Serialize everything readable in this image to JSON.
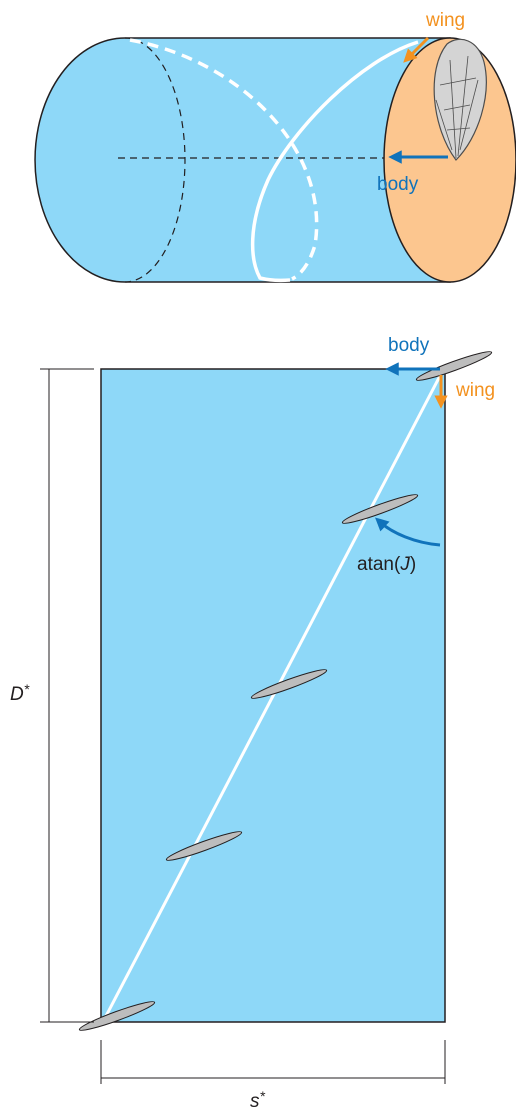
{
  "cylinder_view": {
    "labels": {
      "wing": "wing",
      "body": "body"
    }
  },
  "unrolled_view": {
    "labels": {
      "body": "body",
      "wing": "wing",
      "angle_prefix": "atan(",
      "angle_var": "J",
      "angle_suffix": ")",
      "height_var": "D",
      "height_sup": "*",
      "width_var": "s",
      "width_sup": "*"
    }
  },
  "colors": {
    "surface": "#8ed8f8",
    "end_cap": "#fcc68f",
    "body_arrow": "#1073bb",
    "wing_arrow": "#f39220",
    "path": "#ffffff",
    "wing_section": "#bdbdbd",
    "outline": "#231f20"
  }
}
